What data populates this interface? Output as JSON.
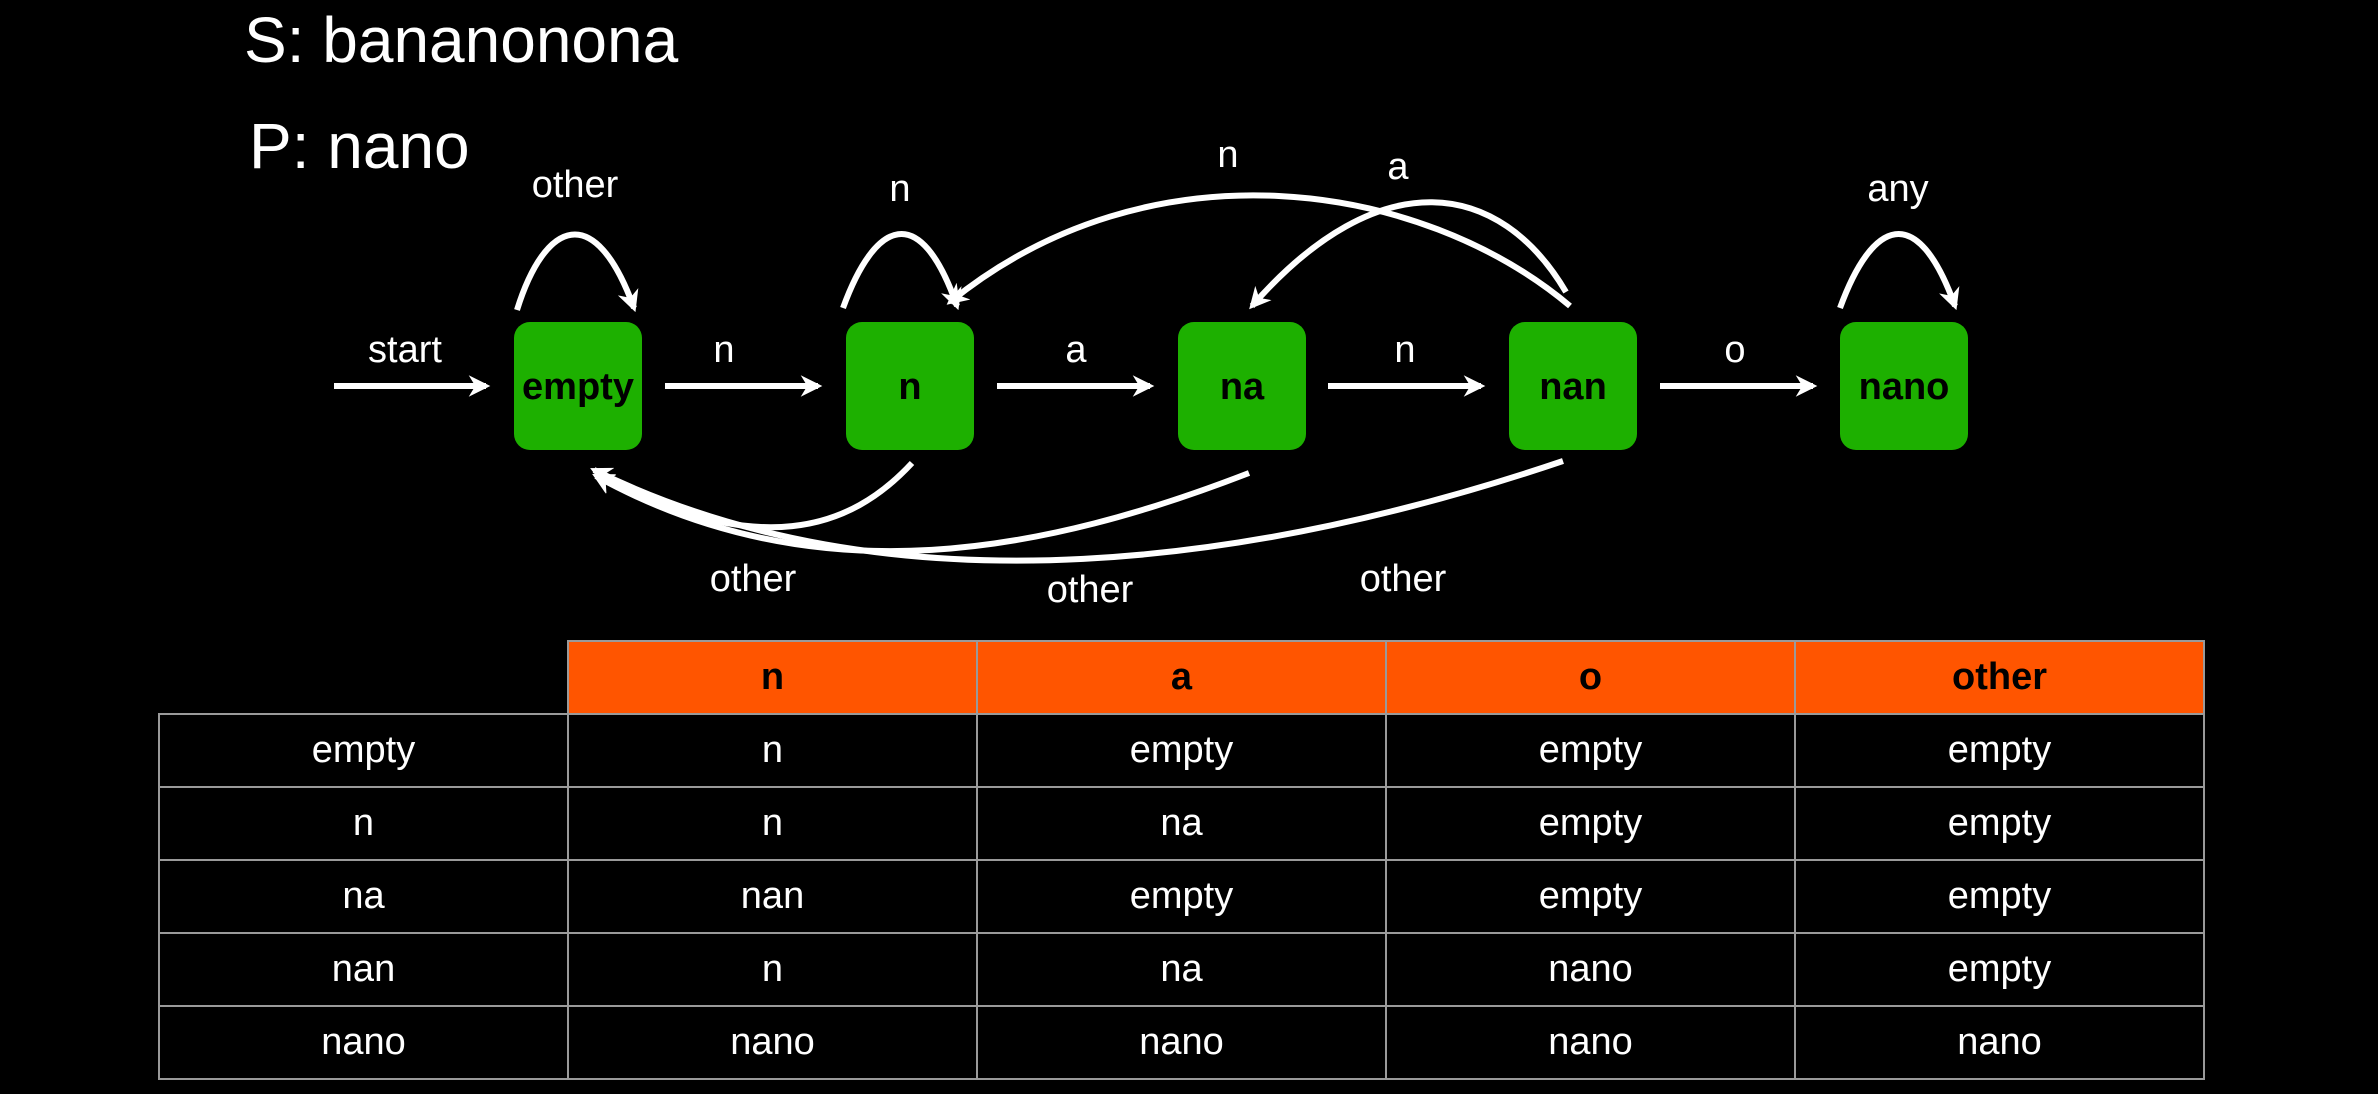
{
  "header": {
    "s_line": "S: bananonona",
    "p_line": "P: nano"
  },
  "colors": {
    "state_fill": "#1db000",
    "header_fill": "#ff5500",
    "background": "#000000",
    "foreground": "#ffffff"
  },
  "diagram": {
    "start_label": "start",
    "states": [
      {
        "id": "empty",
        "label": "empty"
      },
      {
        "id": "n",
        "label": "n"
      },
      {
        "id": "na",
        "label": "na"
      },
      {
        "id": "nan",
        "label": "nan"
      },
      {
        "id": "nano",
        "label": "nano"
      }
    ],
    "transitions": [
      {
        "from": "empty",
        "to": "empty",
        "label": "other"
      },
      {
        "from": "empty",
        "to": "n",
        "label": "n"
      },
      {
        "from": "n",
        "to": "n",
        "label": "n"
      },
      {
        "from": "n",
        "to": "na",
        "label": "a"
      },
      {
        "from": "na",
        "to": "nan",
        "label": "n"
      },
      {
        "from": "nan",
        "to": "n",
        "label": "n"
      },
      {
        "from": "nan",
        "to": "na",
        "label": "a"
      },
      {
        "from": "nan",
        "to": "nano",
        "label": "o"
      },
      {
        "from": "nano",
        "to": "nano",
        "label": "any"
      },
      {
        "from": "n",
        "to": "empty",
        "label": "other"
      },
      {
        "from": "na",
        "to": "empty",
        "label": "other"
      },
      {
        "from": "nan",
        "to": "empty",
        "label": "other"
      }
    ]
  },
  "table": {
    "columns": [
      "n",
      "a",
      "o",
      "other"
    ],
    "rows": [
      {
        "state": "empty",
        "cells": [
          "n",
          "empty",
          "empty",
          "empty"
        ]
      },
      {
        "state": "n",
        "cells": [
          "n",
          "na",
          "empty",
          "empty"
        ]
      },
      {
        "state": "na",
        "cells": [
          "nan",
          "empty",
          "empty",
          "empty"
        ]
      },
      {
        "state": "nan",
        "cells": [
          "n",
          "na",
          "nano",
          "empty"
        ]
      },
      {
        "state": "nano",
        "cells": [
          "nano",
          "nano",
          "nano",
          "nano"
        ]
      }
    ]
  }
}
